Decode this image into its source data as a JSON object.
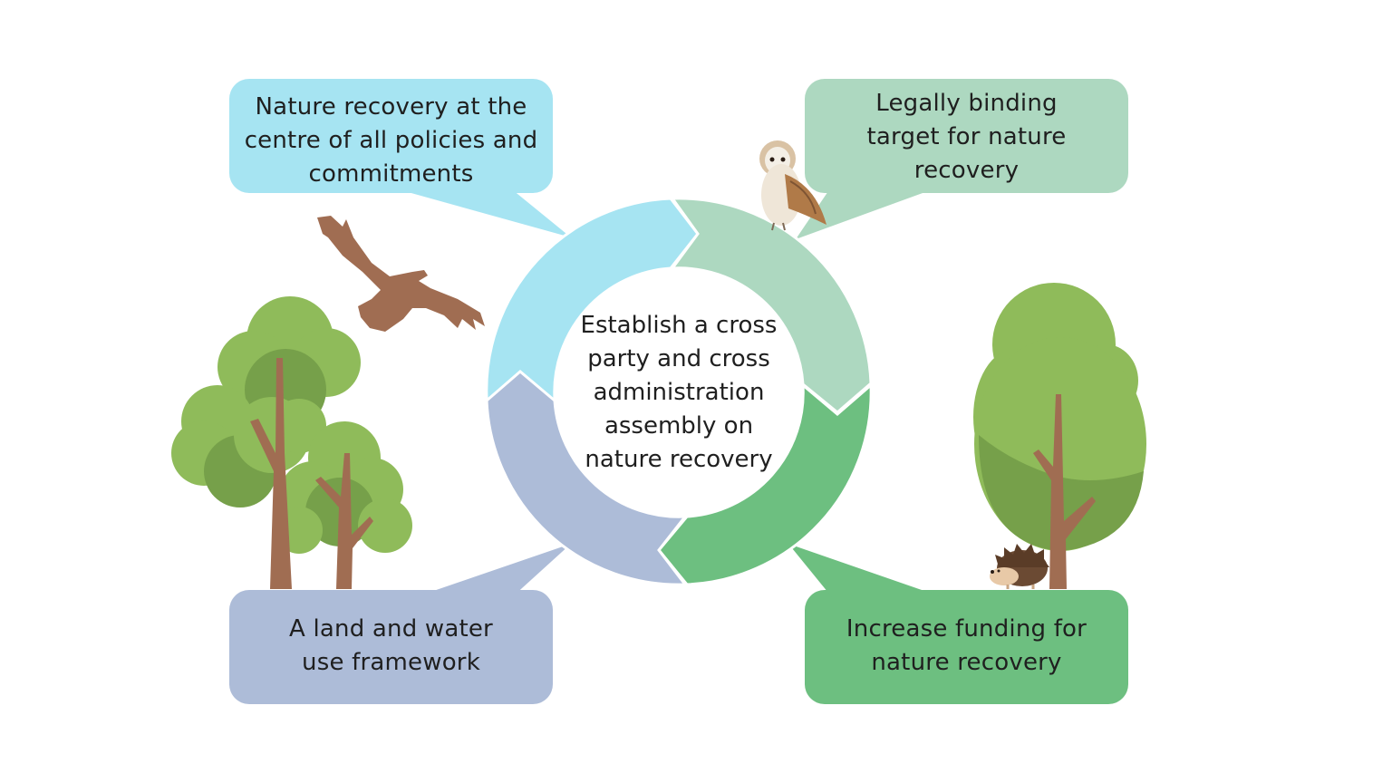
{
  "center": {
    "text": "Establish a cross party and cross administration assembly on nature recovery"
  },
  "boxes": {
    "top_left": "Nature recovery at the centre of all policies and commitments",
    "top_right": "Legally binding target for nature recovery",
    "bottom_left": "A land and water use framework",
    "bottom_right": "Increase funding for nature recovery"
  },
  "colors": {
    "top_left": "#a6e4f2",
    "top_right": "#add8c0",
    "bottom_left": "#adbcd8",
    "bottom_right": "#6dbf80",
    "tree_light": "#8fbb5a",
    "tree_dark": "#76a04a",
    "trunk": "#a06d52",
    "bird": "#a06d52"
  },
  "icons": [
    "eagle-icon",
    "owl-icon",
    "hedgehog-icon",
    "tree-icon"
  ]
}
